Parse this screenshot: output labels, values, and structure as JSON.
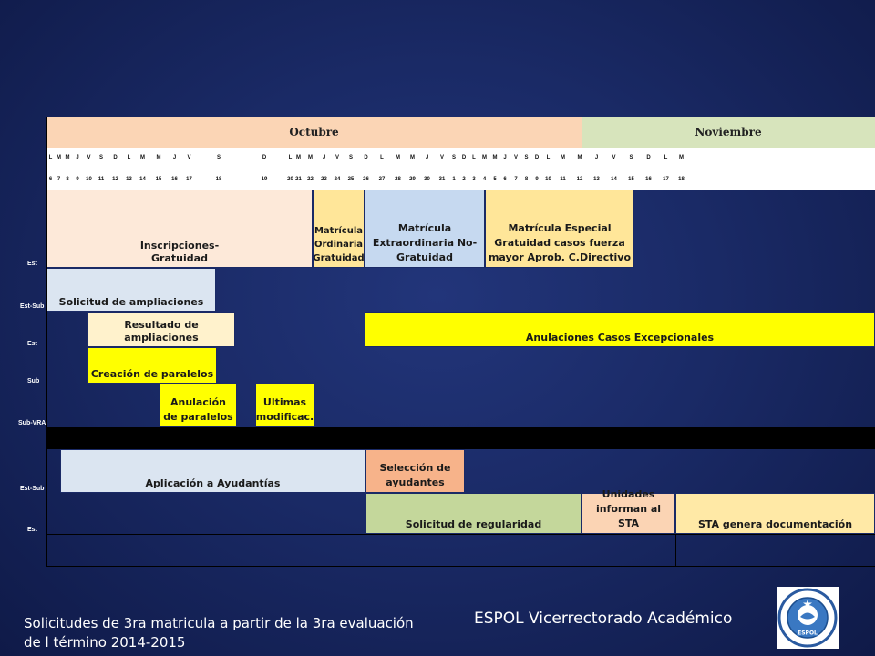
{
  "calendar": {
    "month_oct": "Octubre",
    "month_nov": "Noviembre",
    "days": [
      "L",
      "M",
      "M",
      "J",
      "V",
      "S",
      "D",
      "L",
      "M",
      "M",
      "J",
      "V",
      "S",
      "D",
      "L",
      "M",
      "M",
      "J",
      "V",
      "S",
      "D",
      "L",
      "M",
      "M",
      "J",
      "V",
      "S",
      "D",
      "L",
      "M",
      "M",
      "J",
      "V",
      "S",
      "D",
      "L",
      "M",
      "M",
      "J",
      "V",
      "S",
      "D",
      "L",
      "M"
    ],
    "dates": [
      "6",
      "7",
      "8",
      "9",
      "10",
      "11",
      "12",
      "13",
      "14",
      "15",
      "16",
      "17",
      "18",
      "19",
      "20",
      "21",
      "22",
      "23",
      "24",
      "25",
      "26",
      "27",
      "28",
      "29",
      "30",
      "31",
      "1",
      "2",
      "3",
      "4",
      "5",
      "6",
      "7",
      "8",
      "9",
      "10",
      "11",
      "12",
      "13",
      "14",
      "15",
      "16",
      "17",
      "18"
    ]
  },
  "row_labels": {
    "r1": "Est",
    "r2": "Est-Sub",
    "r3": "Est",
    "r4": "Sub",
    "r5": "Sub-VRA",
    "r6": "Est-Sub",
    "r7": "Est"
  },
  "bars": {
    "inscripciones": "Inscripciones-\nGratuidad",
    "matricula_ordinaria": "Matrícula Ordinaria Gratuidad",
    "matricula_extra": "Matrícula Extraordinaria No-Gratuidad",
    "matricula_especial": "Matrícula Especial Gratuidad casos fuerza mayor Aprob. C.Directivo",
    "solicitud_ampliaciones": "Solicitud de ampliaciones",
    "resultado_ampliaciones": "Resultado de ampliaciones",
    "anulaciones_casos": "Anulaciones Casos Excepcionales",
    "creacion_paralelos": "Creación de paralelos",
    "anulacion_paralelos": "Anulación de paralelos",
    "ultimas_modificac": "Ultimas modificac.",
    "aplicacion_ayudantias": "Aplicación a Ayudantías",
    "seleccion_ayudantes": "Selección de ayudantes",
    "solicitud_regularidad": "Solicitud de regularidad",
    "unidades_informan": "Unidades informan al STA",
    "sta_genera": "STA genera documentación"
  },
  "footer": {
    "caption_line1": "Solicitudes de 3ra matricula a partir de la 3ra evaluación",
    "caption_line2": "de l término 2014-2015",
    "org": "ESPOL Vicerrectorado Académico",
    "logo_text": "ESPOL"
  },
  "colors": {
    "background": "#1a2a66",
    "october_header": "#fbd5b5",
    "november_header": "#d7e4bc",
    "peach_light": "#fde9d9",
    "blue_light": "#dbe5f1",
    "blue_mid": "#c6d9f0",
    "yellow_light": "#ffe699",
    "yellow_bright": "#ffff00",
    "cream": "#fff2cc",
    "salmon": "#f7b38a",
    "green_light": "#c4d79b",
    "peach": "#fbd4b4",
    "pale_yellow": "#ffe9a6"
  }
}
